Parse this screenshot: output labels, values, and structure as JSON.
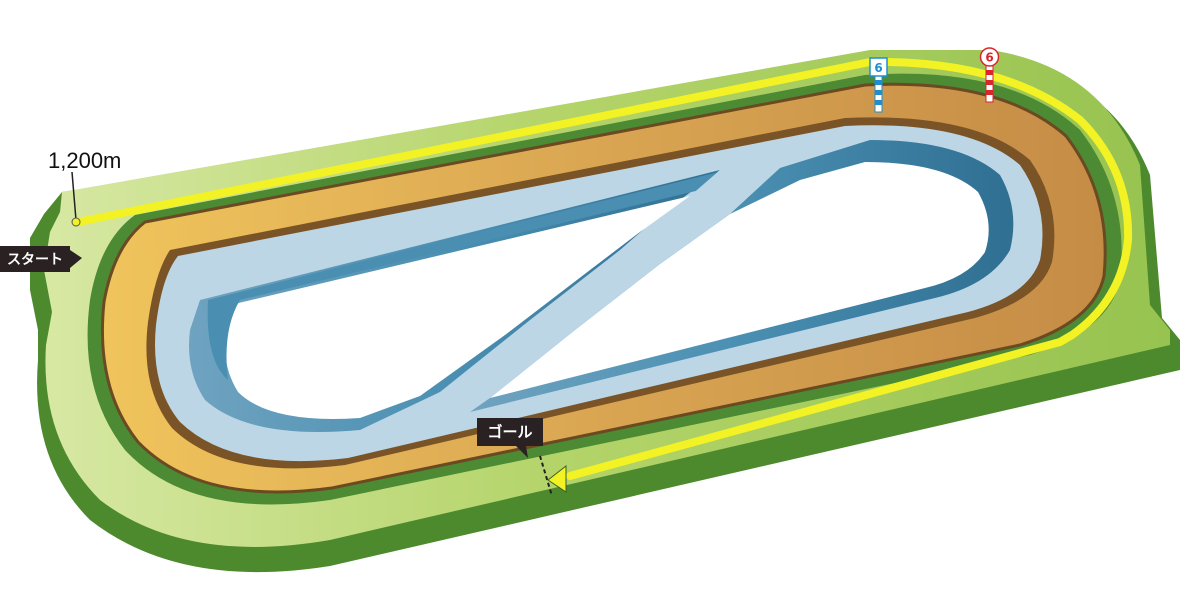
{
  "course": {
    "distance_label": "1,200m",
    "start_label": "スタート",
    "goal_label": "ゴール",
    "marker_blue": "6",
    "marker_red": "6"
  },
  "colors": {
    "grass_outer_top": "#a4ca58",
    "grass_outer_side": "#4d8a2e",
    "grass_light": "#cfe39a",
    "dirt": "#d49a4c",
    "dirt_edge": "#6b4a22",
    "inner_track": "#bcd6e6",
    "inner_wall": "#4e86a6",
    "route_line": "#f2f224",
    "label_bg": "#2a2222",
    "marker_blue": "#1f8ed0",
    "marker_red": "#d8262a"
  }
}
